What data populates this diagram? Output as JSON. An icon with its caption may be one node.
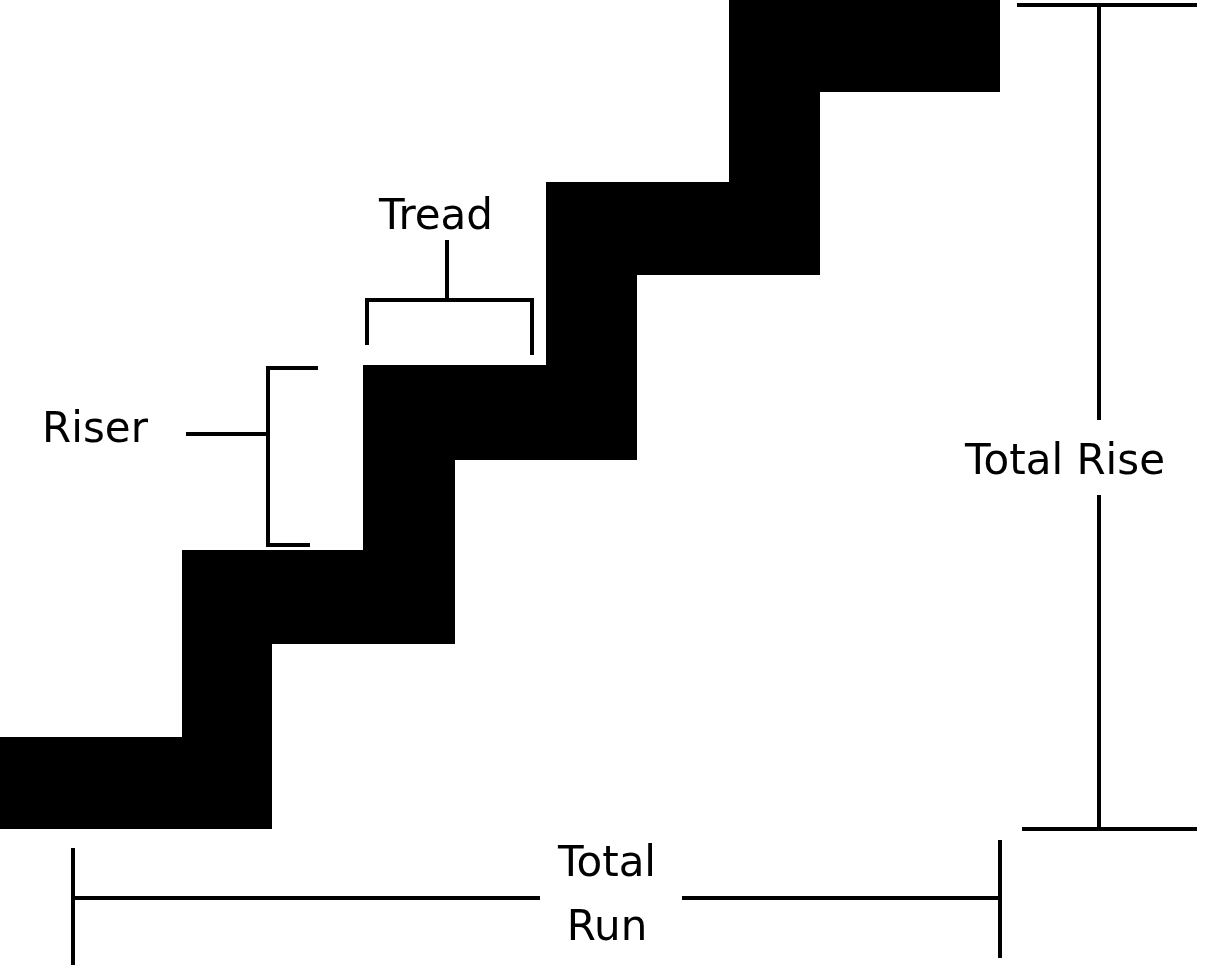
{
  "diagram": {
    "labels": [
      "Tread",
      "Riser",
      "Total Rise",
      "Total Run"
    ]
  }
}
